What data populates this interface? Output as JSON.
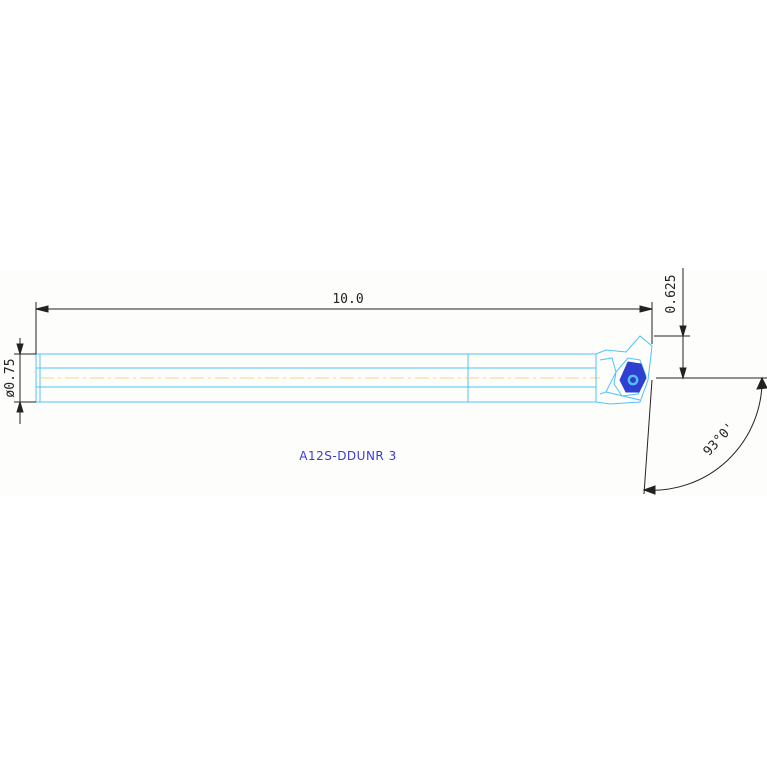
{
  "drawing": {
    "part_number": "A12S-DDUNR 3",
    "dimensions": {
      "overall_length": "10.0",
      "diameter": "ø0.75",
      "offset": "0.625",
      "lead_angle": "93°0'"
    }
  },
  "colors": {
    "outline": "#4fc3f7",
    "insert": "#2f3fd0",
    "dimension": "#222222",
    "centerline": "#e6cf5a",
    "label": "#3b3bd6",
    "background": "#fdfdfc"
  }
}
